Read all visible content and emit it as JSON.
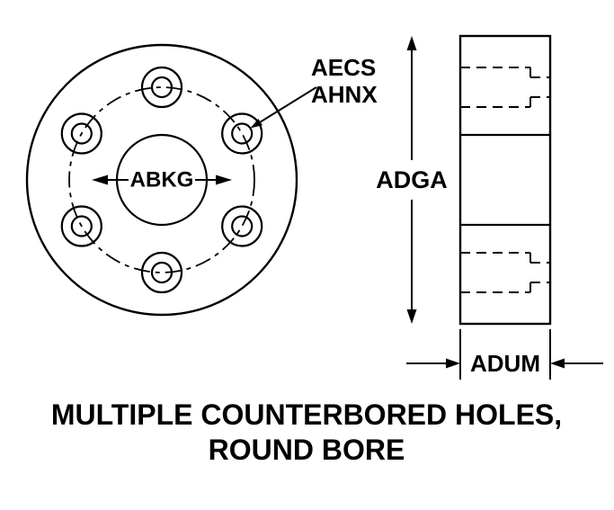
{
  "diagram": {
    "caption_lines": [
      "MULTIPLE COUNTERBORED HOLES,",
      "ROUND BORE"
    ],
    "front_view": {
      "bore_label": "ABKG",
      "counterbore_callout": [
        "AECS",
        "AHNX"
      ],
      "hole_count": 6
    },
    "side_view": {
      "height_label": "ADGA",
      "width_label": "ADUM"
    },
    "colors": {
      "line": "#000000",
      "background": "#ffffff"
    }
  }
}
